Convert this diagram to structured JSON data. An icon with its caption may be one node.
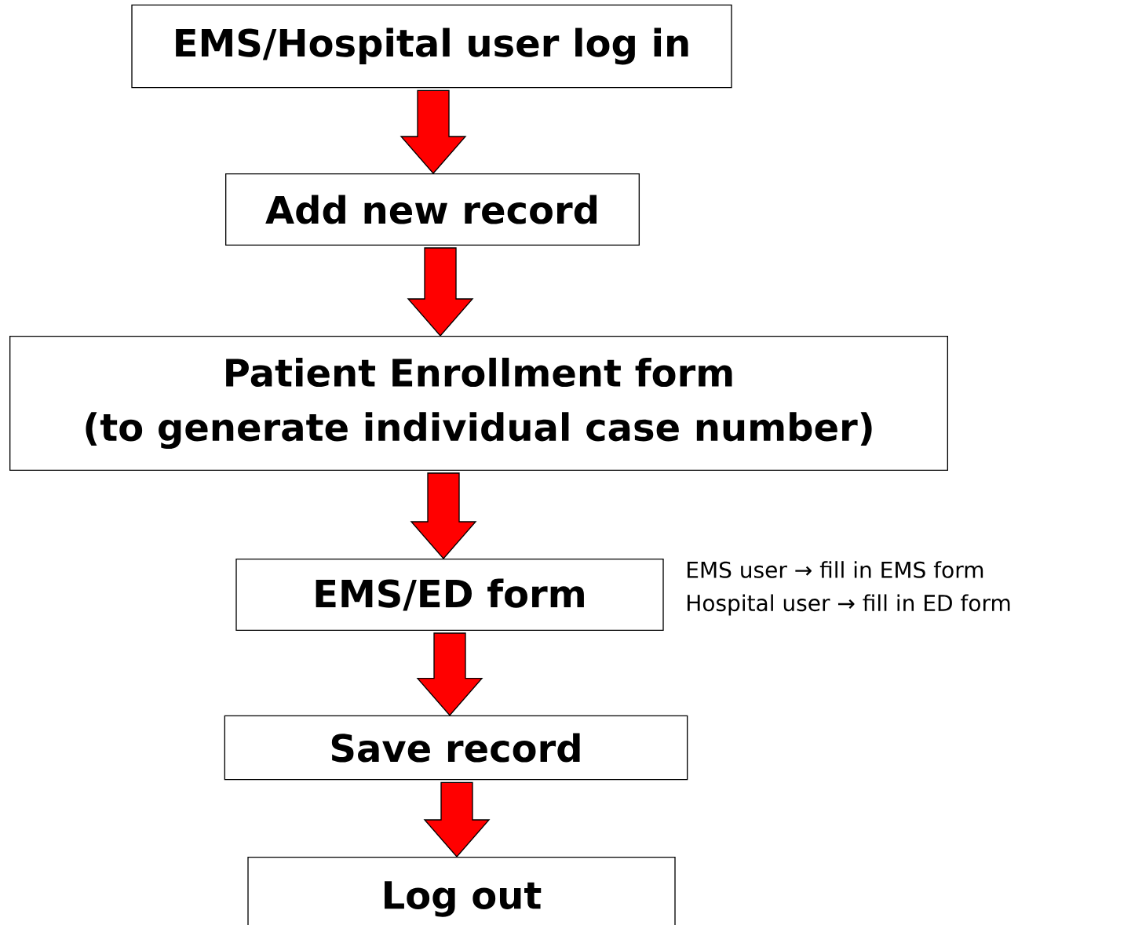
{
  "diagram": {
    "nodes": [
      {
        "text": [
          "EMS/Hospital user log in"
        ]
      },
      {
        "text": [
          "Add new record"
        ]
      },
      {
        "text": [
          "Patient Enrollment form",
          "(to generate individual case number)"
        ]
      },
      {
        "text": [
          "EMS/ED form"
        ],
        "beside": [
          "EMS user → fill in EMS form",
          "Hospital user → fill in ED form"
        ]
      },
      {
        "text": [
          "Save record"
        ]
      },
      {
        "text": [
          "Log out"
        ]
      }
    ],
    "edges": [
      {
        "from": 0,
        "to": 1,
        "arrow": "to"
      },
      {
        "from": 1,
        "to": 2,
        "arrow": "to"
      },
      {
        "from": 2,
        "to": 3,
        "arrow": "to"
      },
      {
        "from": 3,
        "to": 4,
        "arrow": "to"
      },
      {
        "from": 4,
        "to": 5,
        "arrow": "to"
      }
    ]
  }
}
